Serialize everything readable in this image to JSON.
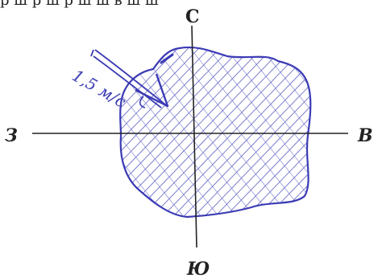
{
  "header": {
    "cut_text": "р ш р ш р ш ш в ш ш"
  },
  "compass": {
    "north": "С",
    "west": "З",
    "east": "В",
    "south": "Ю"
  },
  "annotation": {
    "text": "1,5 м/с"
  },
  "colors": {
    "axis": "#222222",
    "ink": "#3b3bb5",
    "ink_light": "#6f73c9",
    "paper": "#ffffff"
  }
}
